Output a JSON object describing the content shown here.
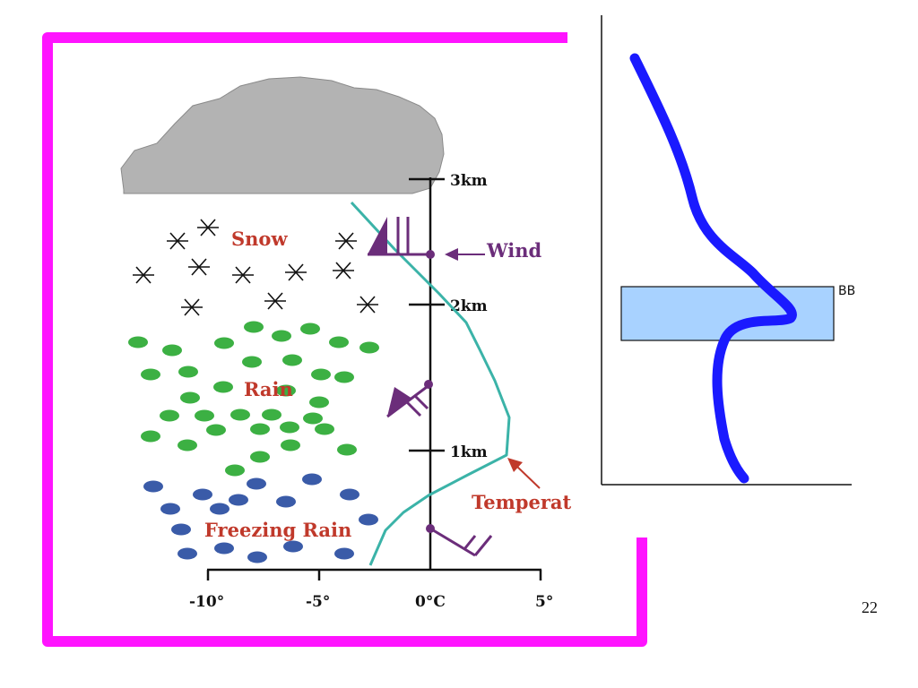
{
  "colors": {
    "frame": "#ff14ff",
    "cloud": "#b3b3b3",
    "label_red": "#c0392b",
    "wind": "#6b2d7a",
    "temperature": "#3bb3a8",
    "rain": "#3cb043",
    "freezing_rain": "#3a5ba8",
    "profile_line": "#1a1aff",
    "bright_band_fill": "#a8d2ff"
  },
  "precip_labels": {
    "snow": "Snow",
    "rain": "Rain",
    "freezing_rain": "Freezing Rain"
  },
  "annotations": {
    "wind": "Wind",
    "temperature": "Temperat"
  },
  "altitude_ticks": [
    "3km",
    "2km",
    "1km"
  ],
  "temperature_ticks": [
    "-10°",
    "-5°",
    "0°C",
    "5°"
  ],
  "bright_band_label": "BB",
  "slide_number": "22"
}
